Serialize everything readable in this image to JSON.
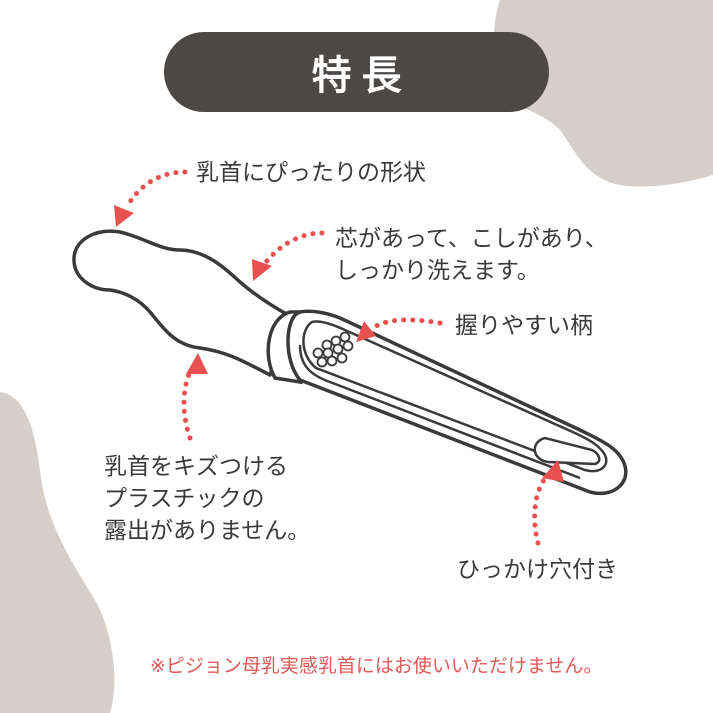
{
  "title": "特長",
  "features": [
    {
      "id": "nipple-shape",
      "lines": [
        "乳首にぴったりの形状"
      ]
    },
    {
      "id": "core-firmness",
      "lines": [
        "芯があって、こしがあり、",
        "しっかり洗えます。"
      ]
    },
    {
      "id": "easy-grip",
      "lines": [
        "握りやすい柄"
      ]
    },
    {
      "id": "no-plastic-exposure",
      "lines": [
        "乳首をキズつける",
        "プラスチックの",
        "露出がありません。"
      ]
    },
    {
      "id": "hanging-hole",
      "lines": [
        "ひっかけ穴付き"
      ]
    }
  ],
  "note": "※ピジョン母乳実感乳首にはお使いいただけません。",
  "colors": {
    "title_bg": "#4b4846",
    "title_text": "#ffffff",
    "blob": "#d5cfcb",
    "arrow": "#e8514f",
    "note_text": "#e05a5a",
    "outline": "#3c3a38"
  }
}
